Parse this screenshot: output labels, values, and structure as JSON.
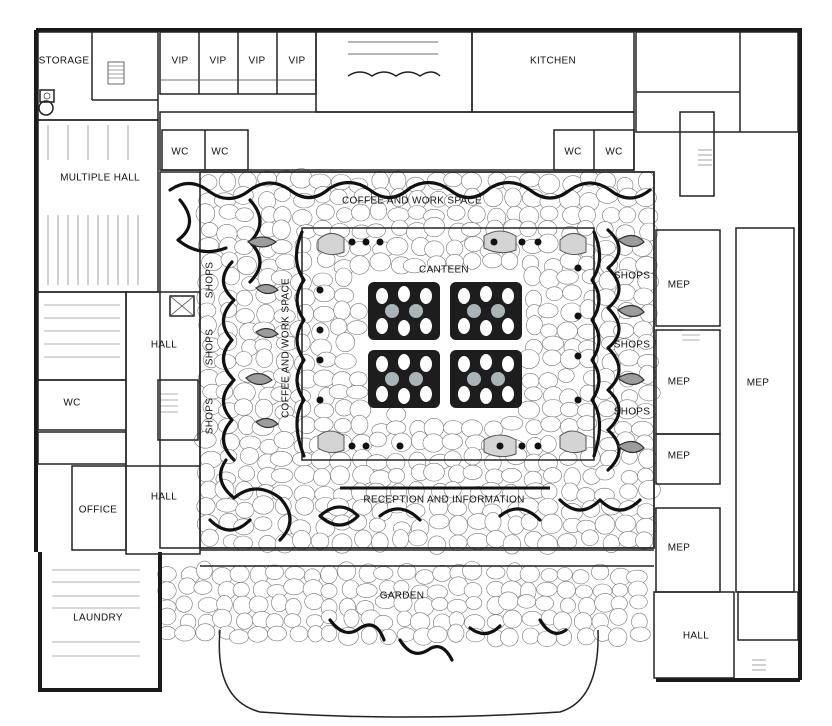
{
  "plan": {
    "rooms": {
      "storage": "STORAGE",
      "vip_1": "VIP",
      "vip_2": "VIP",
      "vip_3": "VIP",
      "vip_4": "VIP",
      "kitchen": "KITCHEN",
      "wc_top_1": "WC",
      "wc_top_2": "WC",
      "wc_top_3": "WC",
      "wc_top_4": "WC",
      "multiple_hall": "MULTIPLE HALL",
      "coffee_top": "COFFEE AND WORK SPACE",
      "canteen": "CANTEEN",
      "shops_left_1": "SHOPS",
      "shops_left_2": "SHOPS",
      "shops_left_3": "SHOPS",
      "coffee_vertical": "COFFEE AND WORK SPACE",
      "shops_right_1": "SHOPS",
      "shops_right_2": "SHOPS",
      "shops_right_3": "SHOPS",
      "mep_1": "MEP",
      "mep_2": "MEP",
      "mep_3": "MEP",
      "mep_4": "MEP",
      "mep_tall": "MEP",
      "hall_1": "HALL",
      "wc_left": "WC",
      "office": "OFFICE",
      "hall_2": "HALL",
      "reception": "RECEPTION AND INFORMATION",
      "garden": "GARDEN",
      "laundry": "LAUNDRY",
      "hall_3": "HALL"
    },
    "colors": {
      "wall": "#1a1a1a",
      "pebble_stroke": "#777777",
      "accent_grey": "#9c9c9c",
      "light_grey": "#d4d4d4",
      "blue_grey": "#a8b4b8"
    },
    "icons": {
      "stair": "stair-icon",
      "elevator": "elevator-icon",
      "door": "door-icon"
    }
  }
}
